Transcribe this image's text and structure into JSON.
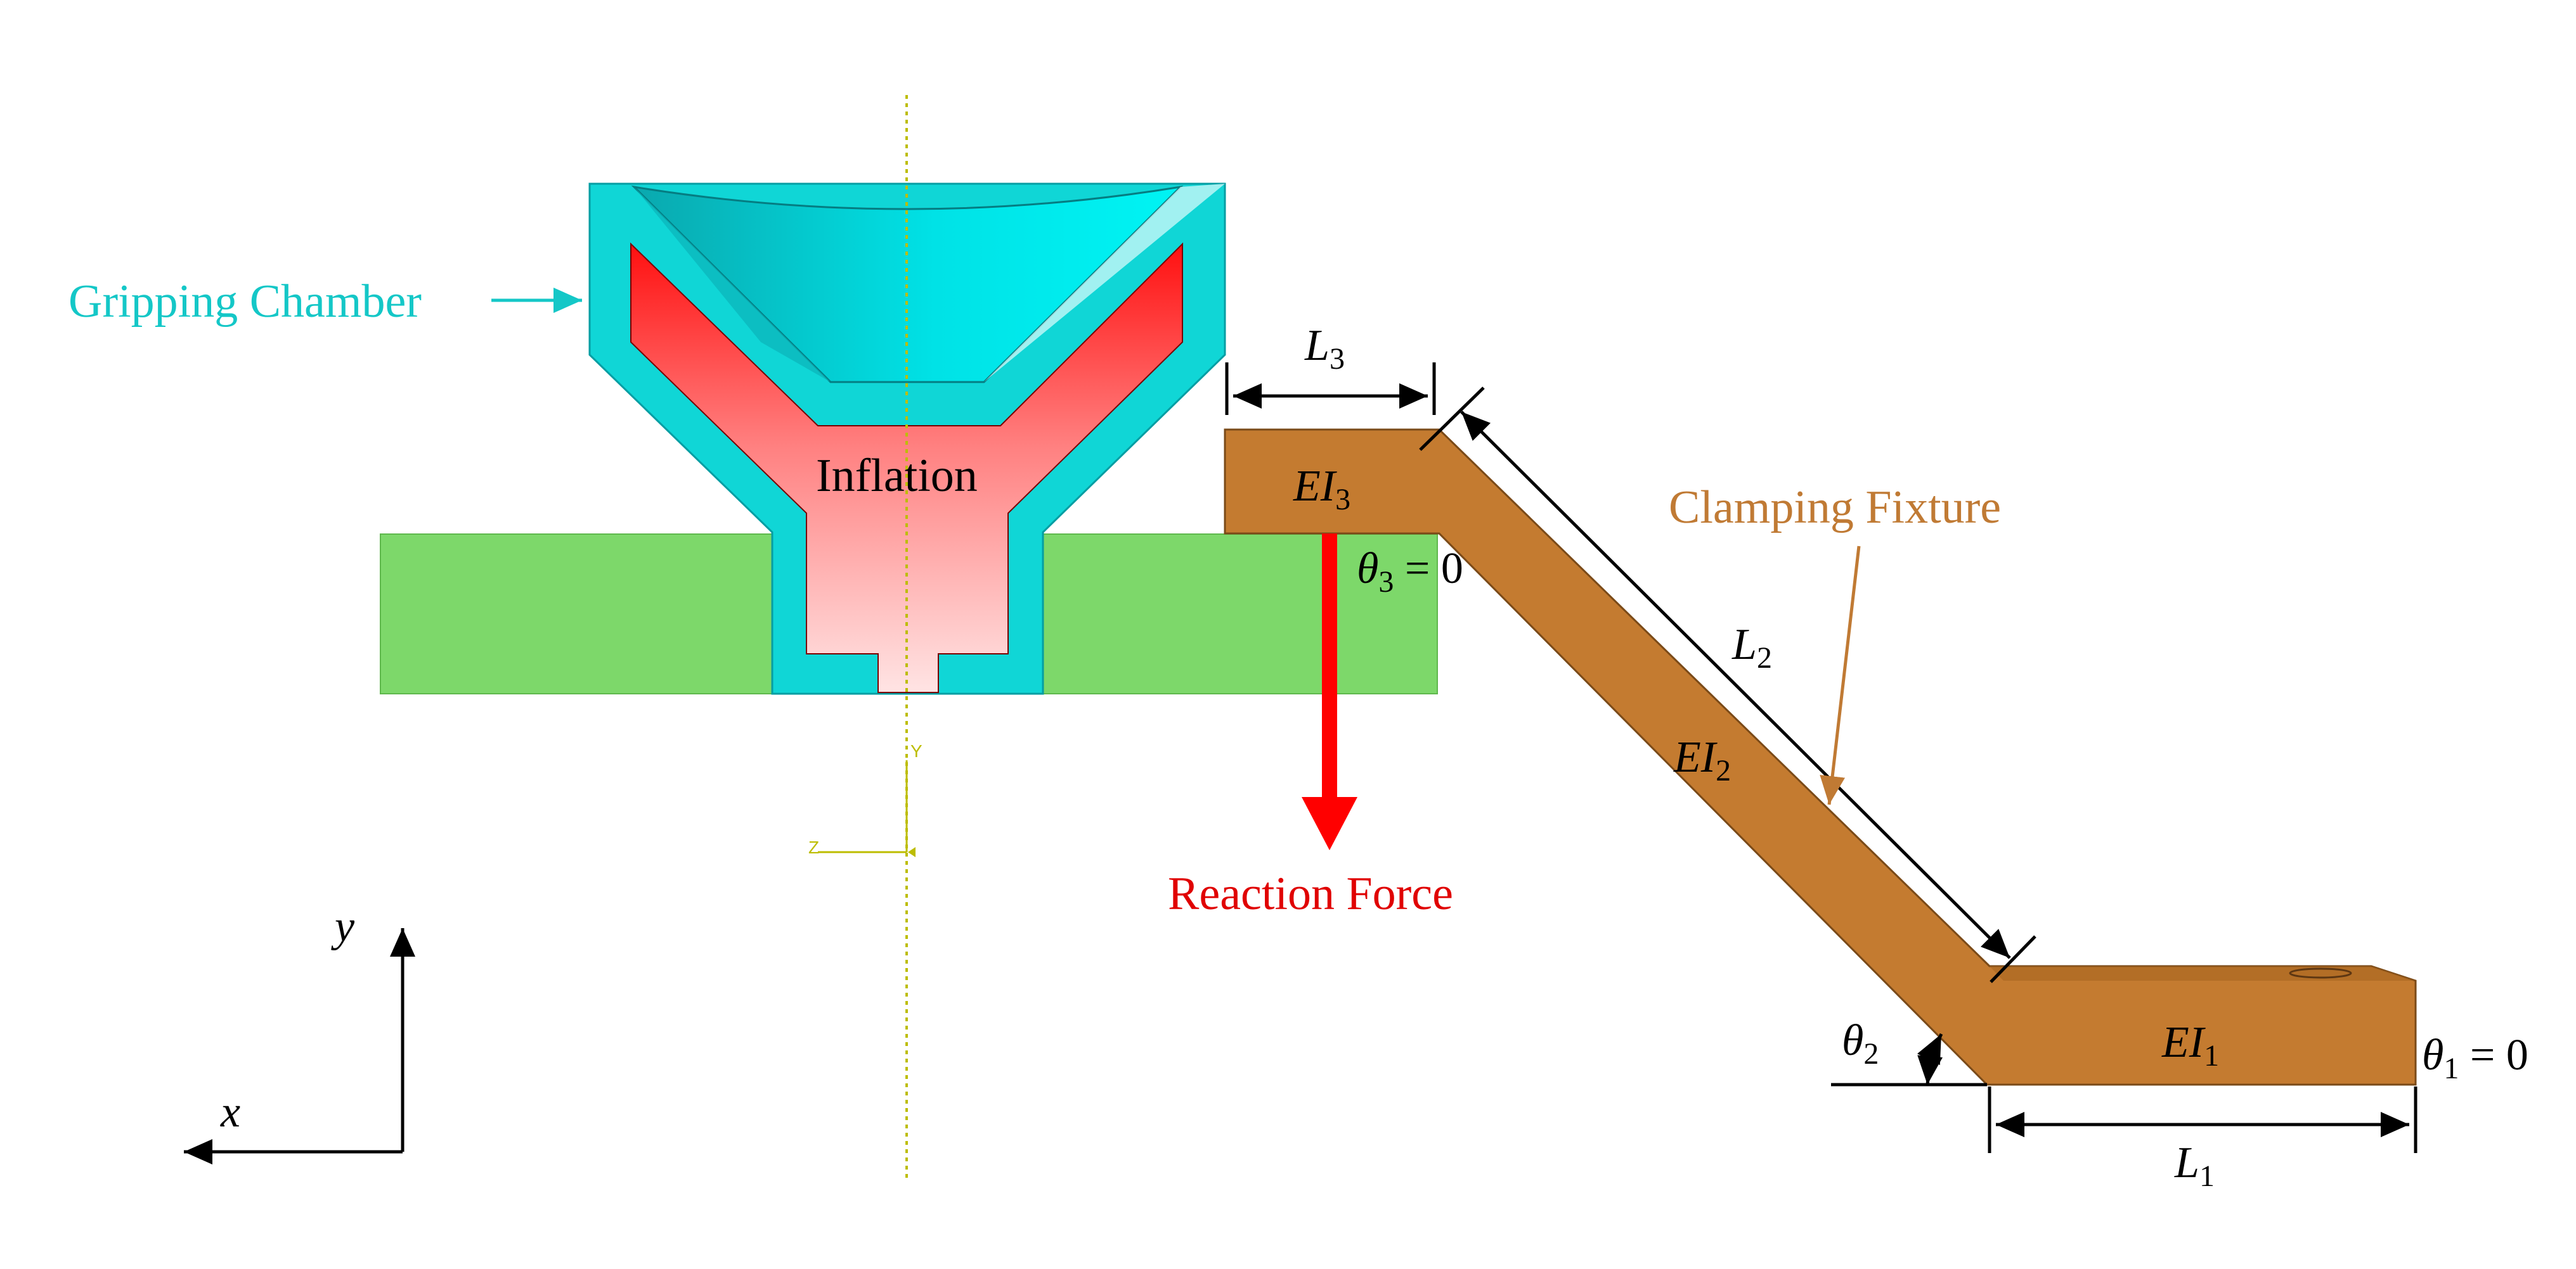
{
  "labels": {
    "gripping_chamber": "Gripping Chamber",
    "inflation": "Inflation",
    "reaction_force": "Reaction Force",
    "clamping_fixture": "Clamping Fixture"
  },
  "math": {
    "L": "L",
    "EI": "EI",
    "theta": "θ",
    "equals_zero": " = 0",
    "sub_1": "1",
    "sub_2": "2",
    "sub_3": "3"
  },
  "axes": {
    "x": "x",
    "y": "y"
  },
  "triad": {
    "y": "Y",
    "z": "Z"
  },
  "colors": {
    "chamber_outer": "#10d6d6",
    "chamber_bright": "#00f2f2",
    "chamber_dark": "#06a7ad",
    "inflation_top": "#ff1010",
    "inflation_bottom": "#ffe3e3",
    "platform": "#7dd86a",
    "fixture": "#c47b30",
    "force": "#ff0000",
    "axis_line": "#bdbd00",
    "label_cyan": "#14c7c7",
    "label_brown": "#c07a34",
    "label_red": "#e00000"
  }
}
